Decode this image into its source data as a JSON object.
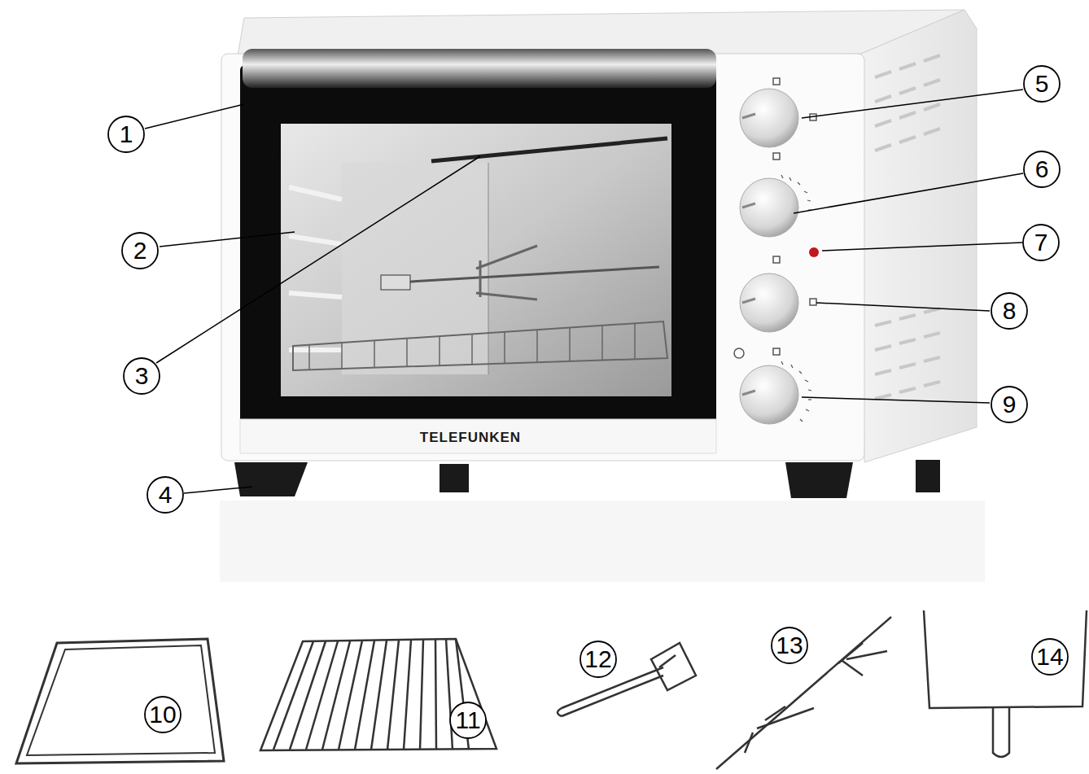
{
  "diagram": {
    "nodes": [
      {
        "text": [
          "1"
        ]
      },
      {
        "text": [
          "2"
        ]
      },
      {
        "text": [
          "3"
        ]
      },
      {
        "text": [
          "4"
        ]
      },
      {
        "text": [
          "5"
        ]
      },
      {
        "text": [
          "6"
        ]
      },
      {
        "text": [
          "7"
        ]
      },
      {
        "text": [
          "8"
        ]
      },
      {
        "text": [
          "9"
        ]
      },
      {
        "text": [
          "10"
        ]
      },
      {
        "text": [
          "11"
        ]
      },
      {
        "text": [
          "12"
        ]
      },
      {
        "text": [
          "13"
        ]
      },
      {
        "text": [
          "14"
        ]
      }
    ],
    "edges": [],
    "labels": [
      "TELEFUNKEN"
    ]
  }
}
